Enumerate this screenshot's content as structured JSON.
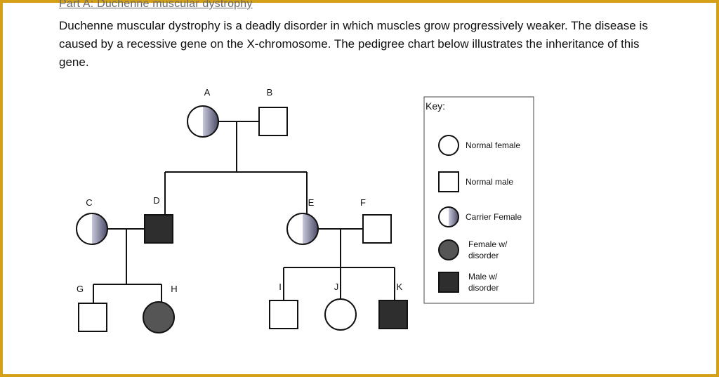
{
  "header": {
    "part_title": "Part A: Duchenne muscular dystrophy",
    "intro": "Duchenne muscular dystrophy is a deadly disorder in which muscles grow progressively weaker.  The disease is caused by a recessive gene on the X-chromosome.  The pedigree chart below illustrates the inheritance of this gene."
  },
  "pedigree": {
    "individuals": [
      {
        "id": "A",
        "label": "A",
        "sex": "female",
        "status": "carrier"
      },
      {
        "id": "B",
        "label": "B",
        "sex": "male",
        "status": "normal"
      },
      {
        "id": "C",
        "label": "C",
        "sex": "female",
        "status": "carrier"
      },
      {
        "id": "D",
        "label": "D",
        "sex": "male",
        "status": "affected"
      },
      {
        "id": "E",
        "label": "E",
        "sex": "female",
        "status": "carrier"
      },
      {
        "id": "F",
        "label": "F",
        "sex": "male",
        "status": "normal"
      },
      {
        "id": "G",
        "label": "G",
        "sex": "male",
        "status": "normal"
      },
      {
        "id": "H",
        "label": "H",
        "sex": "female",
        "status": "affected"
      },
      {
        "id": "I",
        "label": "I",
        "sex": "male",
        "status": "normal"
      },
      {
        "id": "J",
        "label": "J",
        "sex": "female",
        "status": "normal"
      },
      {
        "id": "K",
        "label": "K",
        "sex": "male",
        "status": "affected"
      }
    ],
    "couples": [
      [
        "A",
        "B"
      ],
      [
        "C",
        "D"
      ],
      [
        "E",
        "F"
      ]
    ],
    "children": {
      "A-B": [
        "D",
        "E"
      ],
      "C-D": [
        "G",
        "H"
      ],
      "E-F": [
        "I",
        "J",
        "K"
      ]
    }
  },
  "key": {
    "title": "Key:",
    "items": [
      {
        "symbol": "normal-female",
        "label_lines": [
          "Normal female"
        ]
      },
      {
        "symbol": "normal-male",
        "label_lines": [
          "Normal male"
        ]
      },
      {
        "symbol": "carrier-female",
        "label_lines": [
          "Carrier Female"
        ]
      },
      {
        "symbol": "affected-female",
        "label_lines": [
          "Female w/",
          "disorder"
        ]
      },
      {
        "symbol": "affected-male",
        "label_lines": [
          "Male w/",
          "disorder"
        ]
      }
    ]
  },
  "colors": {
    "frame": "#d4a017",
    "line": "#111111",
    "affected_male": "#2e2e2e",
    "affected_female": "#555555",
    "carrier_shade_dark": "#4a4a66"
  }
}
